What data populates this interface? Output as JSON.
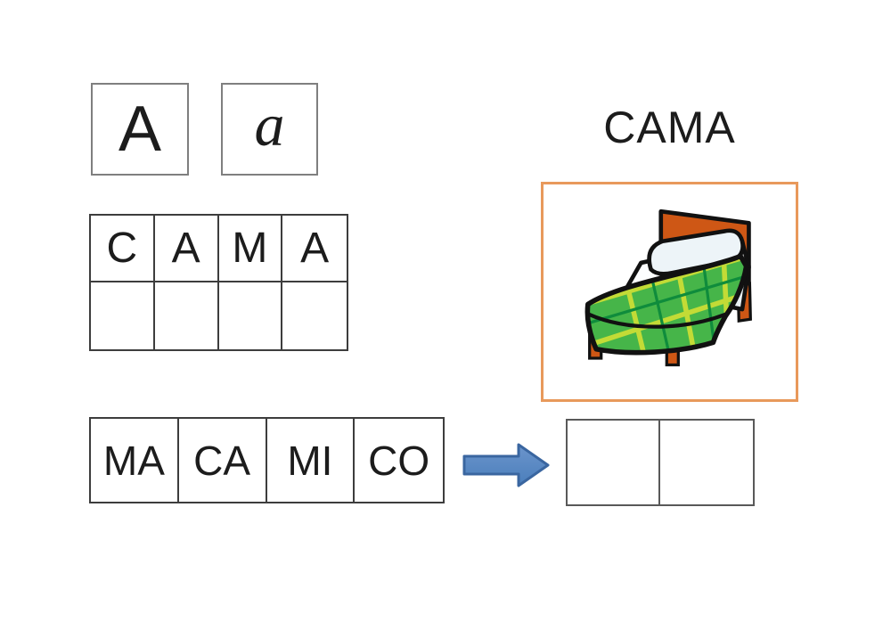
{
  "letter_cards": {
    "uppercase": "A",
    "lowercase": "a"
  },
  "word_grid": {
    "letters": [
      "C",
      "A",
      "M",
      "A"
    ],
    "empty_cells": 4
  },
  "picture": {
    "label": "CAMA",
    "image": "bed-illustration",
    "border_color": "#E8995B"
  },
  "syllables": [
    "MA",
    "CA",
    "MI",
    "CO"
  ],
  "answer_row": {
    "cells": 2
  },
  "colors": {
    "arrow_fill": "#4A7EBB",
    "arrow_fill_light": "#6C95CC",
    "arrow_stroke": "#3A66A0",
    "grid_border": "#3D3D3D",
    "card_border": "#7F7F7F",
    "answer_border": "#595959",
    "picture_border": "#E8995B",
    "bed_frame_orange": "#CE5715",
    "blanket_green": "#46B549",
    "plaid_light_green": "#C3DB36",
    "plaid_dark_green": "#0F8C3C",
    "pillow_white": "#EDF4F8",
    "outline_black": "#111111",
    "text_color": "#1C1C1C"
  }
}
